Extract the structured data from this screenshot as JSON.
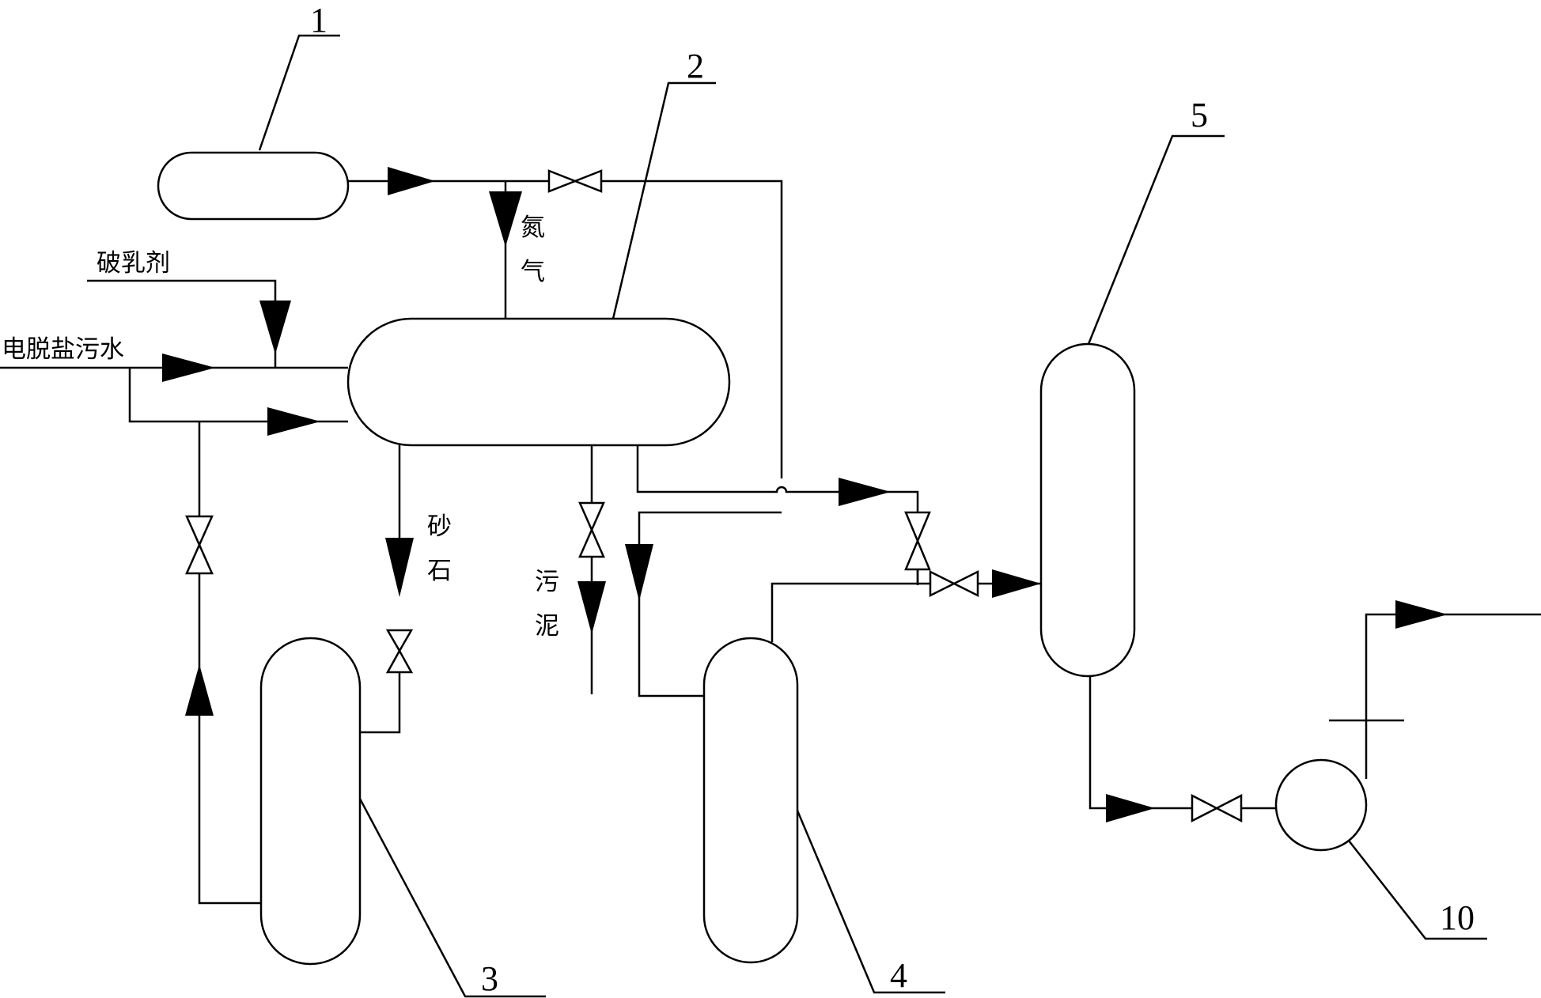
{
  "labels": {
    "tag_1": "1",
    "tag_2": "2",
    "tag_3": "3",
    "tag_4": "4",
    "tag_5": "5",
    "tag_10": "10",
    "demulsifier": "破乳剂",
    "desalter_wastewater": "电脱盐污水",
    "nitrogen_char1": "氮",
    "nitrogen_char2": "气",
    "sand_char1": "砂",
    "sand_char2": "石",
    "sludge_char1": "污",
    "sludge_char2": "泥"
  }
}
